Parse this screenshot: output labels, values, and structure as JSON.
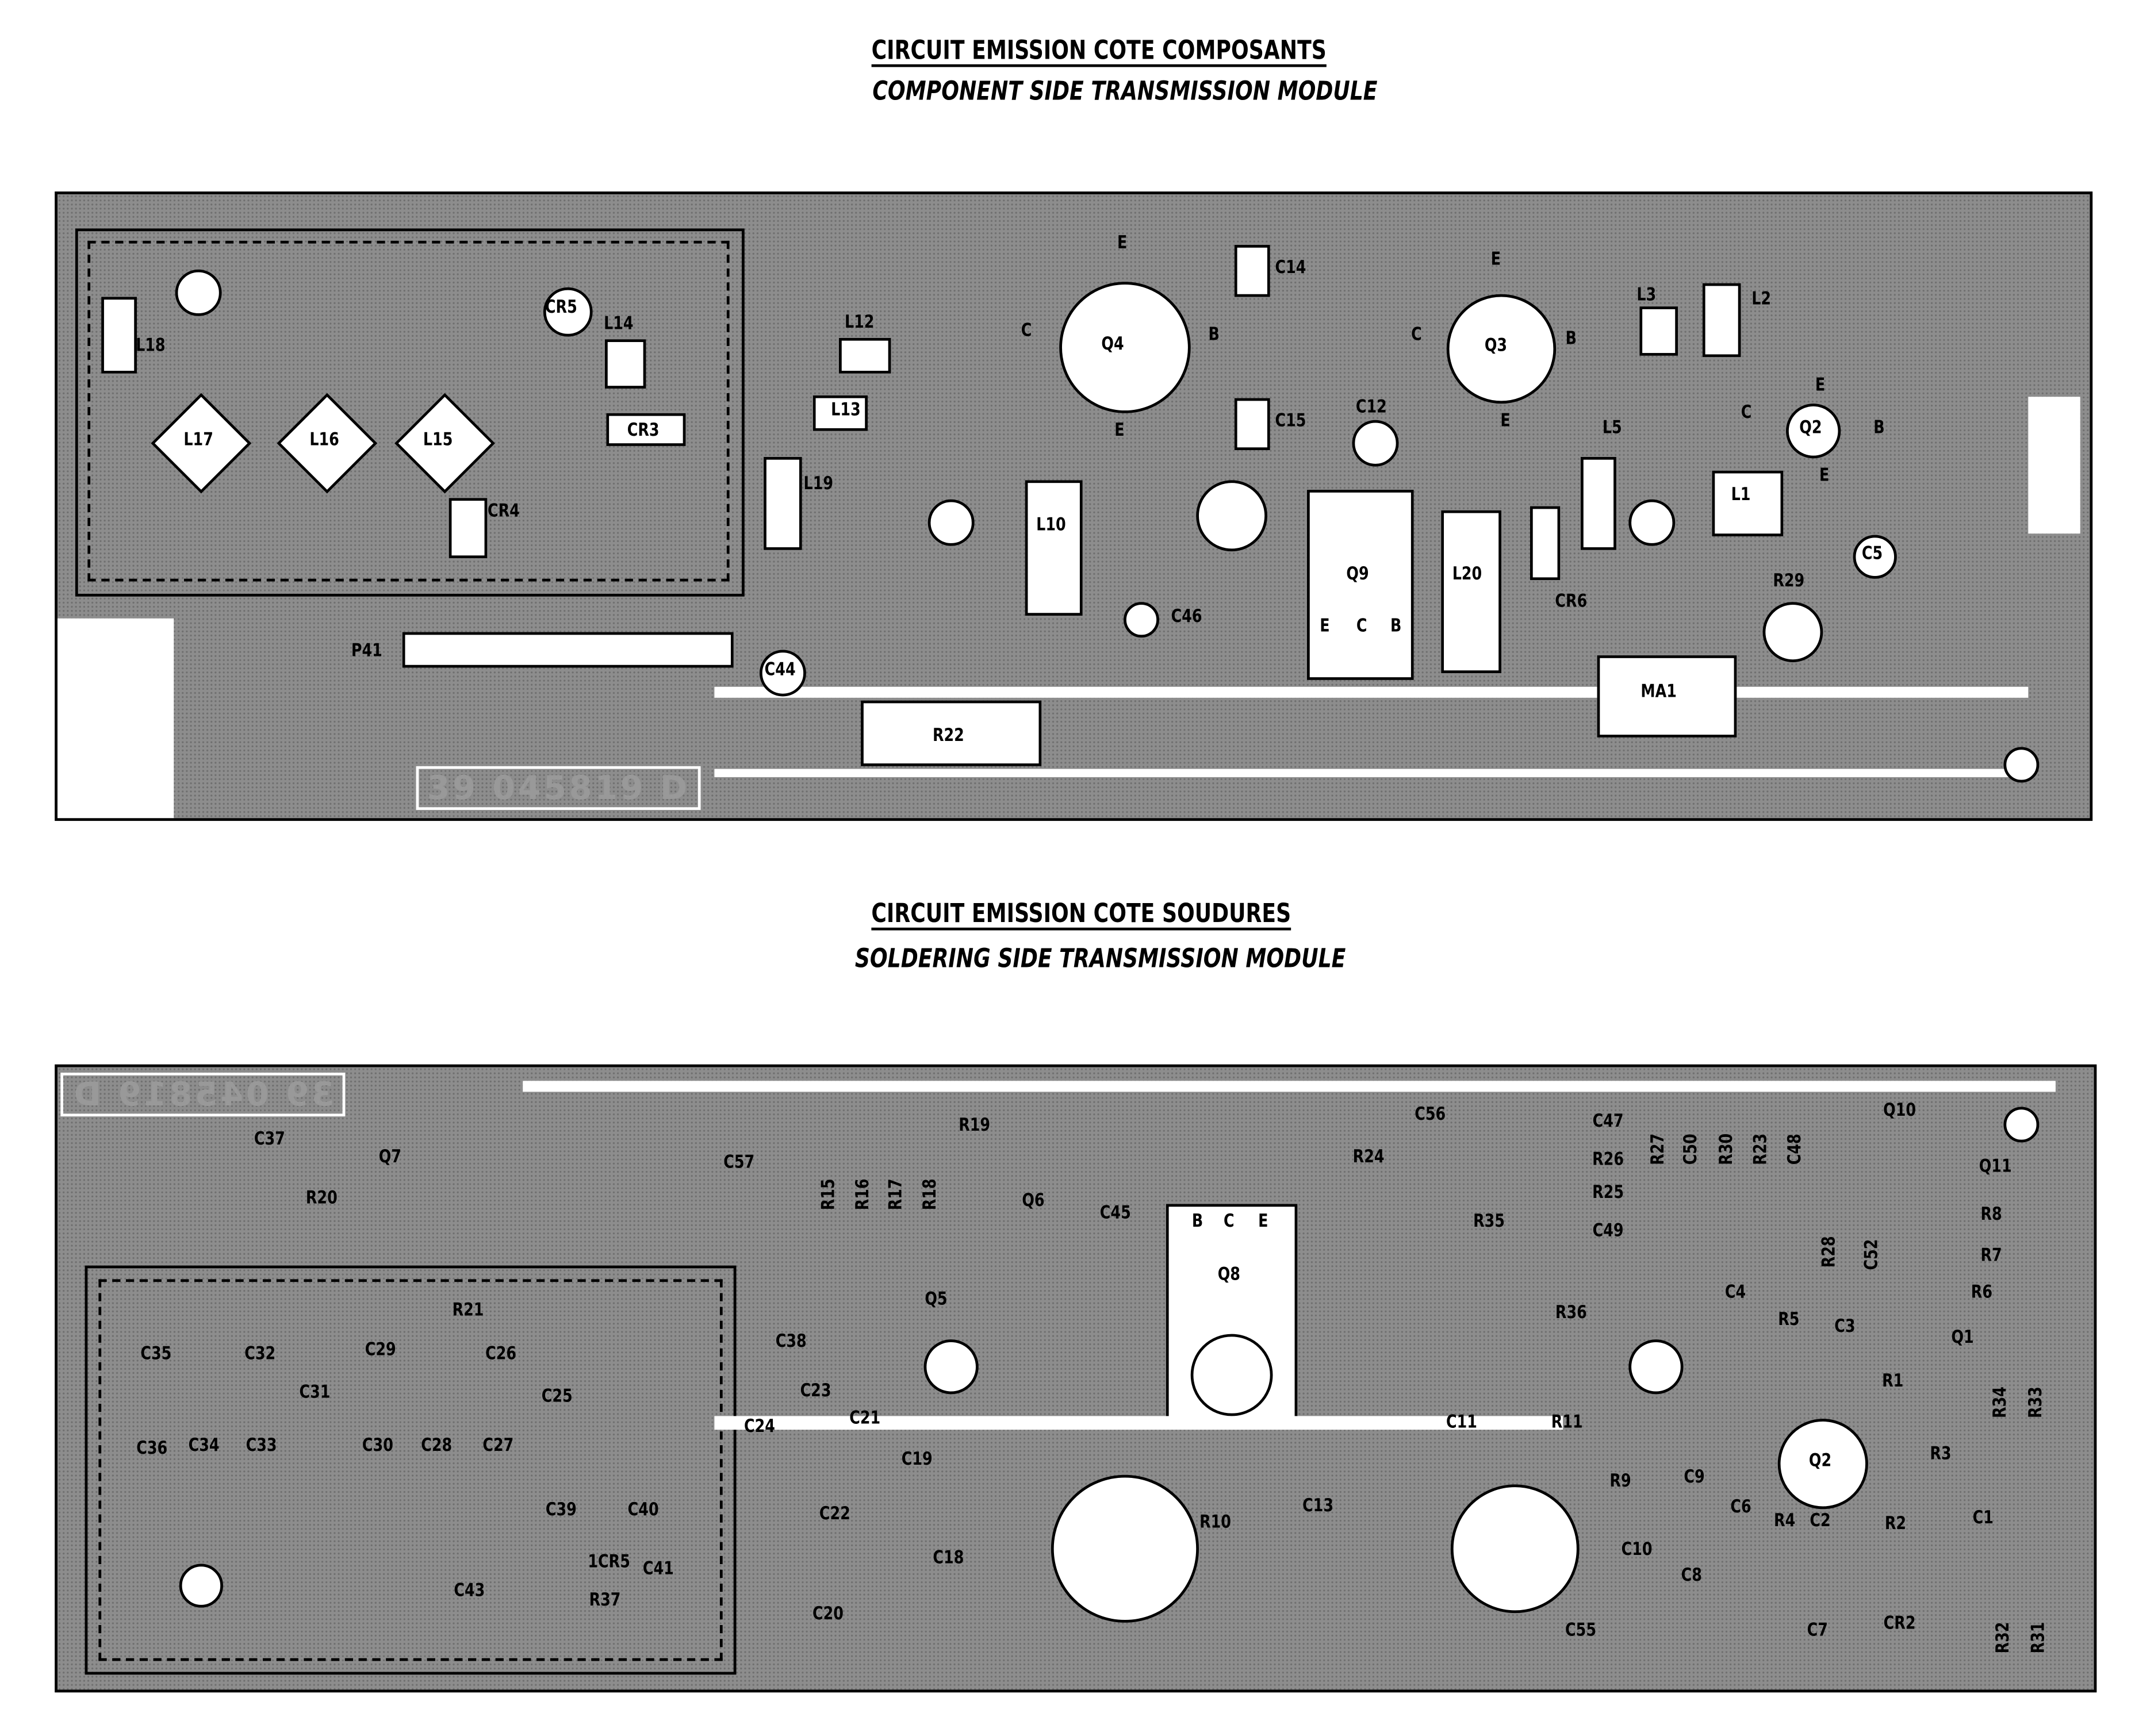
{
  "titles": {
    "top_fr": "CIRCUIT EMISSION COTE COMPOSANTS",
    "top_en": "COMPONENT SIDE TRANSMISSION MODULE",
    "bottom_fr": "CIRCUIT EMISSION COTE SOUDURES",
    "bottom_en": "SOLDERING SIDE TRANSMISSION MODULE"
  },
  "top_board": {
    "serial": "39 045819 D",
    "labels": [
      "L18",
      "CR5",
      "L14",
      "L12",
      "L13",
      "CR3",
      "L17",
      "L16",
      "L15",
      "CR4",
      "L19",
      "P41",
      "C44",
      "R22",
      "E",
      "C",
      "Q4",
      "B",
      "E",
      "L10",
      "C46",
      "C14",
      "C15",
      "C12",
      "C",
      "Q3",
      "B",
      "E",
      "E",
      "Q9",
      "L20",
      "E",
      "C",
      "B",
      "CR6",
      "L5",
      "L3",
      "L2",
      "C",
      "E",
      "Q2",
      "B",
      "E",
      "L1",
      "C5",
      "R29",
      "MA1"
    ]
  },
  "bottom_board": {
    "serial": "39 045819 D",
    "labels": [
      "C37",
      "R20",
      "Q7",
      "C57",
      "R19",
      "R15",
      "R16",
      "R17",
      "R18",
      "Q6",
      "Q5",
      "C45",
      "C38",
      "B",
      "C",
      "E",
      "Q8",
      "C56",
      "R24",
      "C47",
      "R26",
      "R25",
      "C49",
      "R35",
      "R36",
      "R27",
      "C50",
      "R30",
      "R23",
      "C48",
      "R28",
      "C52",
      "Q10",
      "Q11",
      "R8",
      "R7",
      "R6",
      "C4",
      "R5",
      "C3",
      "Q1",
      "R1",
      "R34",
      "R33",
      "R3",
      "Q2",
      "R2",
      "C1",
      "R4",
      "C2",
      "C6",
      "C9",
      "C10",
      "C8",
      "C7",
      "CR2",
      "R32",
      "R31",
      "C55",
      "R9",
      "R11",
      "C11",
      "C13",
      "R10",
      "R21",
      "C35",
      "C32",
      "C29",
      "C26",
      "C31",
      "C25",
      "C36",
      "C34",
      "C33",
      "C30",
      "C28",
      "C27",
      "C39",
      "C40",
      "1CR5",
      "C41",
      "C43",
      "R37",
      "C24",
      "C23",
      "C21",
      "C22",
      "C19",
      "C18",
      "C20"
    ]
  }
}
